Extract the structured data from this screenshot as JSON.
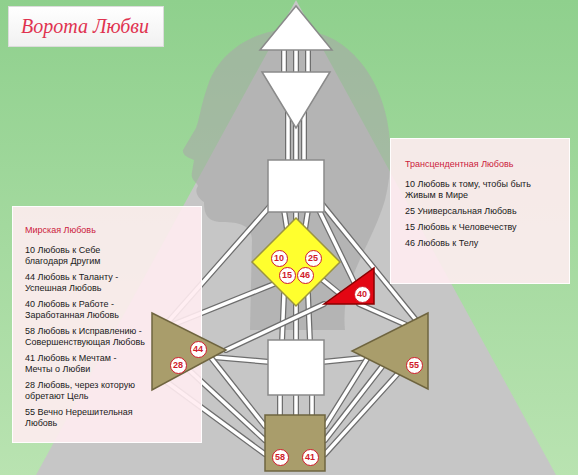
{
  "diagram": {
    "title": "Ворота Любви",
    "nodes": [
      {
        "text": [
          "Трансцендентная Любовь",
          "10 Любовь к тому, чтобы быть Живым в Мире",
          "25 Универсальная Любовь",
          "15 Любовь к Человечеству",
          "46 Любовь к Телу"
        ]
      },
      {
        "text": [
          "Мирская Любовь",
          "10 Любовь к Себе благодаря Другим",
          "44 Любовь к Таланту - Успешная Любовь",
          "40 Любовь к Работе - Заработанная Любовь",
          "58 Любовь к Исправлению - Совершенствующая Любовь",
          "41 Любовь к Мечтам - Мечты о Любви",
          "28 Любовь, через которую обретают Цель",
          "55 Вечно Нерешительная Любовь"
        ]
      },
      {
        "text": [
          "10",
          "25",
          "15",
          "46"
        ]
      },
      {
        "text": [
          "40"
        ]
      },
      {
        "text": [
          "44",
          "28"
        ]
      },
      {
        "text": [
          "55"
        ]
      },
      {
        "text": [
          "58",
          "41"
        ]
      }
    ],
    "edges": [
      {
        "from": 2,
        "to": 3,
        "arrow": "none"
      },
      {
        "from": 2,
        "to": 4,
        "arrow": "none"
      },
      {
        "from": 3,
        "to": 4,
        "arrow": "none"
      },
      {
        "from": 3,
        "to": 5,
        "arrow": "none"
      },
      {
        "from": 4,
        "to": 6,
        "arrow": "none"
      },
      {
        "from": 4,
        "to": 6,
        "arrow": "none"
      },
      {
        "from": 4,
        "to": 6,
        "arrow": "none"
      },
      {
        "from": 5,
        "to": 6,
        "arrow": "none"
      },
      {
        "from": 5,
        "to": 6,
        "arrow": "none"
      },
      {
        "from": 5,
        "to": 6,
        "arrow": "none"
      }
    ]
  }
}
